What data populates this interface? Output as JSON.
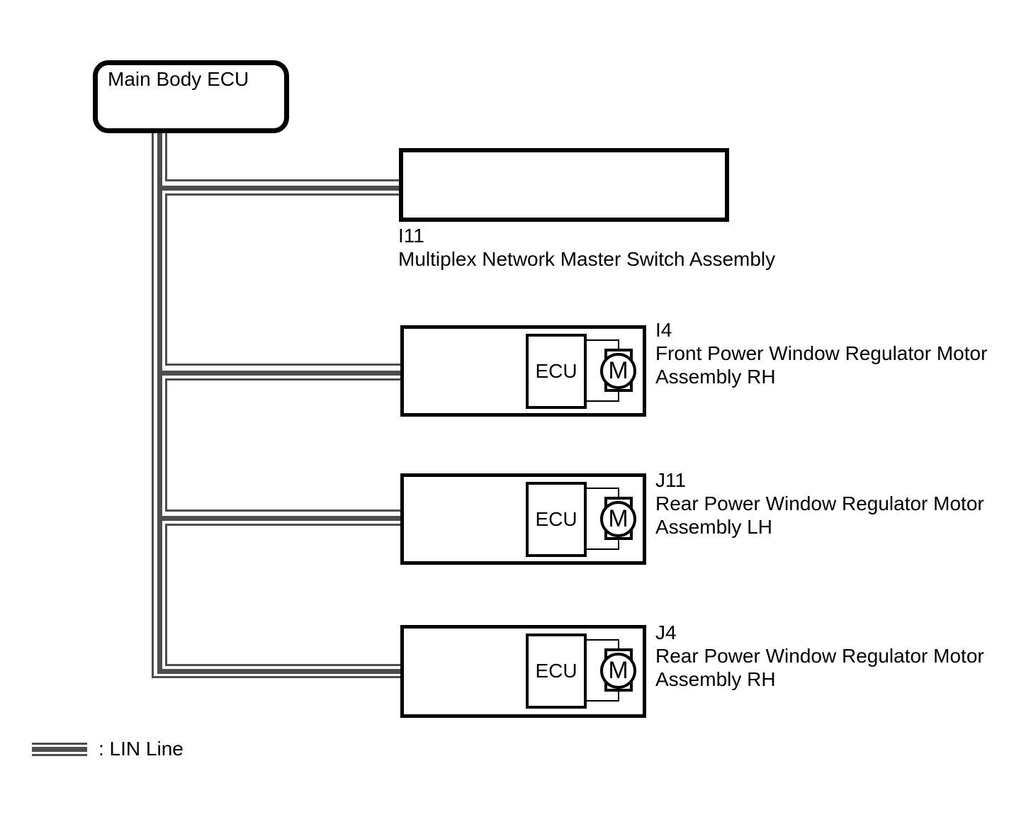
{
  "main_ecu": {
    "label": "Main Body ECU"
  },
  "devices": {
    "i11": {
      "code": "I11",
      "name": "Multiplex Network Master Switch Assembly"
    },
    "i4": {
      "code": "I4",
      "name_line1": "Front Power Window Regulator Motor",
      "name_line2": "Assembly RH",
      "ecu_label": "ECU",
      "motor_label": "M"
    },
    "j11": {
      "code": "J11",
      "name_line1": "Rear Power Window Regulator Motor",
      "name_line2": "Assembly LH",
      "ecu_label": "ECU",
      "motor_label": "M"
    },
    "j4": {
      "code": "J4",
      "name_line1": "Rear Power Window Regulator Motor",
      "name_line2": "Assembly RH",
      "ecu_label": "ECU",
      "motor_label": "M"
    }
  },
  "legend": {
    "lin_line_label": ": LIN Line"
  },
  "colors": {
    "lin_line": "#4d4d4d",
    "box_border": "#000000",
    "background": "#ffffff",
    "text": "#000000"
  }
}
